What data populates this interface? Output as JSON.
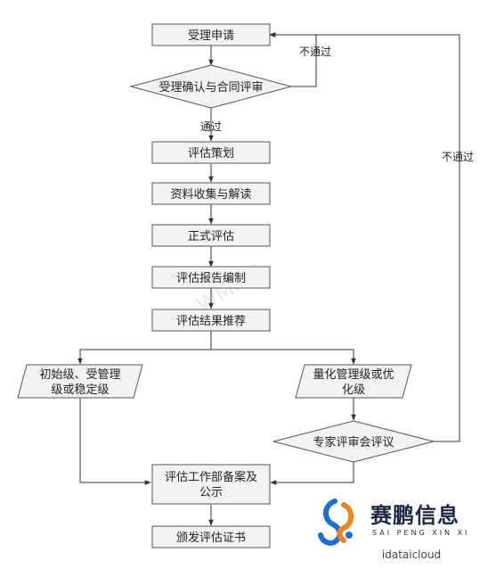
{
  "nodes": {
    "accept_application": "受理申请",
    "accept_confirm_contract_review": "受理确认与合同评审",
    "assessment_planning": "评估策划",
    "data_collection": "资料收集与解读",
    "formal_assessment": "正式评估",
    "report_writing": "评估报告编制",
    "result_recommendation": "评估结果推荐",
    "initial_managed_stable_line1": "初始级、受管理",
    "initial_managed_stable_line2": "级或稳定级",
    "quantitative_optimized_line1": "量化管理级或优",
    "quantitative_optimized_line2": "化级",
    "expert_review_meeting": "专家评审会评议",
    "filing_publicity_line1": "评估工作部备案及",
    "filing_publicity_line2": "公示",
    "issue_certificate": "颁发评估证书"
  },
  "edge_labels": {
    "not_passed_top": "不通过",
    "passed": "通过",
    "not_passed_right": "不通过"
  },
  "watermark": "WMind",
  "brand": {
    "name_cn": "赛鹏信息",
    "name_en": "SAI PENG XIN XI",
    "handle": "idataicloud"
  },
  "colors": {
    "node_fill": "#f2f2f2",
    "node_stroke": "#555555",
    "line": "#333333",
    "brand_dark": "#1e2a44",
    "brand_blue": "#1a6fd6",
    "brand_orange": "#f58220"
  }
}
